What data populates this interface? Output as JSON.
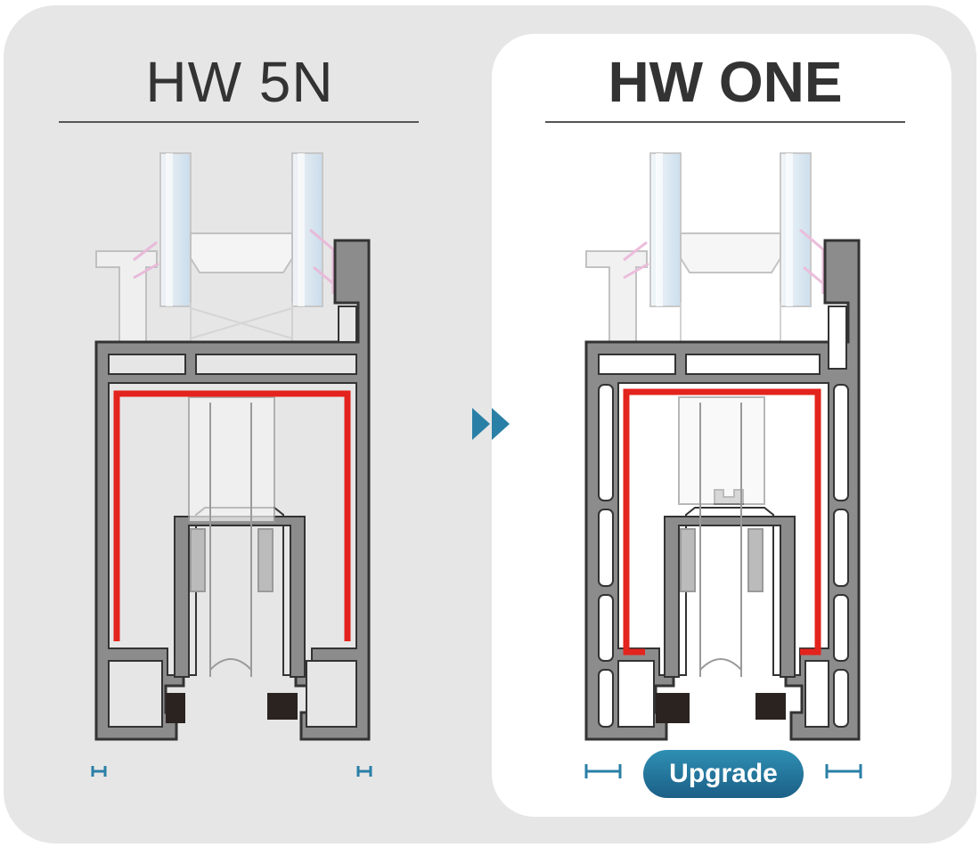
{
  "panels": {
    "left": {
      "title": "HW 5N"
    },
    "right": {
      "title": "HW ONE",
      "badge": "Upgrade"
    }
  },
  "icons": {
    "arrow": "double-chevron-right-icon",
    "dimension": "dimension-marker-icon"
  },
  "colors": {
    "panel_bg": "#e6e6e6",
    "frame_stroke": "#3a3a3a",
    "frame_fill": "#8c8c8c",
    "highlight_red": "#e3231d",
    "accent_blue": "#2a7fa6",
    "glass_blue": "#cfe1ef",
    "gasket_pink": "#e9b6d8"
  }
}
